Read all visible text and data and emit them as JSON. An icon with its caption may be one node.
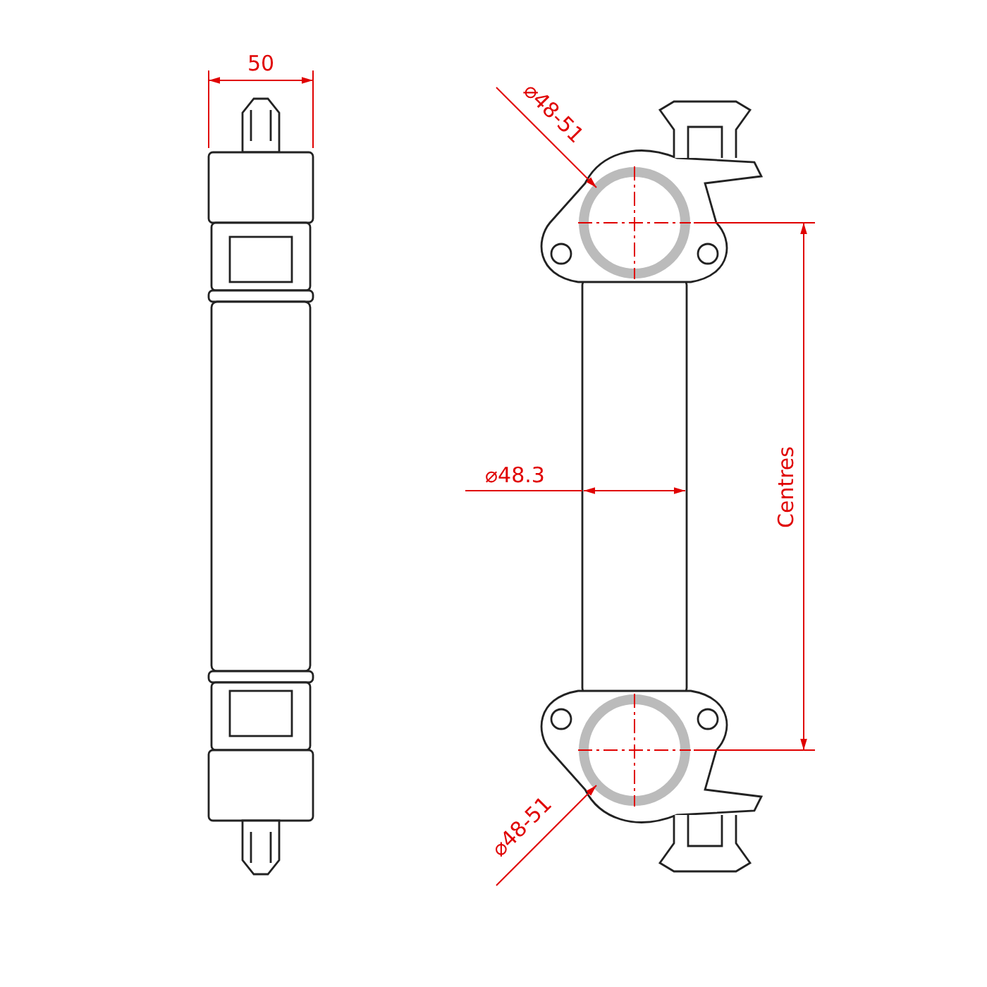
{
  "diagram": {
    "labels": [
      "50",
      "⌀48-51",
      "⌀48.3",
      "Centres",
      "⌀48-51"
    ]
  }
}
